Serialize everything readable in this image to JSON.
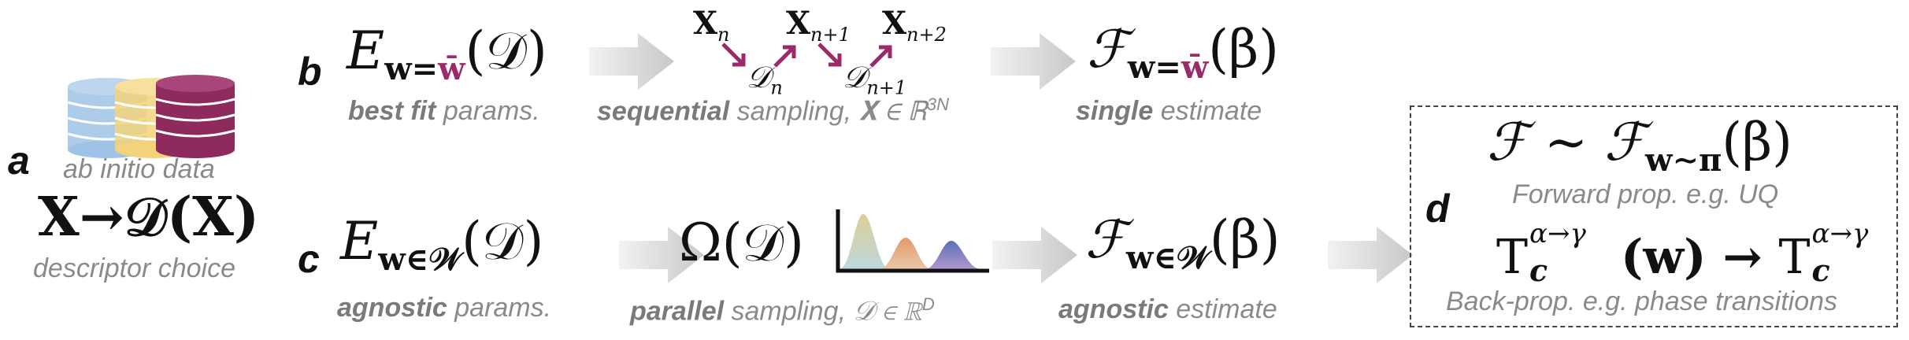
{
  "panel_a": {
    "letter": "a",
    "caption_data": "ab initio data",
    "equation": "X→𝒟(X)",
    "caption_descriptor": "descriptor choice",
    "db_colors": [
      "#9ec3e6",
      "#f3d27a",
      "#8e2a5e"
    ]
  },
  "panel_b": {
    "letter": "b",
    "eq_left": {
      "main": "E",
      "sub_pre": "w=",
      "sub_bar": "w̄",
      "arg": "(𝒟)"
    },
    "caption_left_bold": "best fit",
    "caption_left_rest": " params.",
    "chain_nodes": [
      "X",
      "X",
      "X"
    ],
    "chain_node_subs": [
      "n",
      "n+1",
      "n+2"
    ],
    "chain_d_nodes": [
      "𝒟",
      "𝒟"
    ],
    "chain_d_subs": [
      "n",
      "n+1"
    ],
    "caption_mid_bold": "sequential",
    "caption_mid_rest": " sampling, 𝐗 ∈ ℝ",
    "caption_mid_sup": "3N",
    "eq_right": {
      "main": "ℱ",
      "sub_pre": "w=",
      "sub_bar": "w̄",
      "arg": "(β)"
    },
    "caption_right_bold": "single",
    "caption_right_rest": " estimate"
  },
  "panel_c": {
    "letter": "c",
    "eq_left": {
      "main": "E",
      "sub": "w∈𝒲",
      "arg": "(𝒟)"
    },
    "caption_left_bold": "agnostic",
    "caption_left_rest": " params.",
    "eq_mid": "Ω(𝒟)",
    "caption_mid_bold": "parallel",
    "caption_mid_rest": " sampling, 𝒟 ∈ ℝ",
    "caption_mid_sup": "D",
    "eq_right": {
      "main": "ℱ",
      "sub": "w∈𝒲",
      "arg": "(β)"
    },
    "caption_right_bold": "agnostic",
    "caption_right_rest": " estimate",
    "peak_colors": [
      "#d8c98a",
      "#e0905a",
      "#4a5fb0"
    ]
  },
  "panel_d": {
    "letter": "d",
    "eq_top": "ℱ ∼ ℱ",
    "eq_top_sub": "w∼π",
    "eq_top_arg": "(β)",
    "caption_top": "Forward prop. e.g. UQ",
    "eq_bottom_left": "T",
    "eq_bottom_sup": "α→γ",
    "eq_bottom_sub": "c",
    "eq_bottom_arg": "(w) → ",
    "eq_bottom_right": "T",
    "caption_bottom": "Back-prop. e.g. phase transitions"
  },
  "colors": {
    "accent": "#9b2a6a",
    "caption_gray": "#8a8a8a",
    "arrow_gray": "#cfcfcf"
  }
}
